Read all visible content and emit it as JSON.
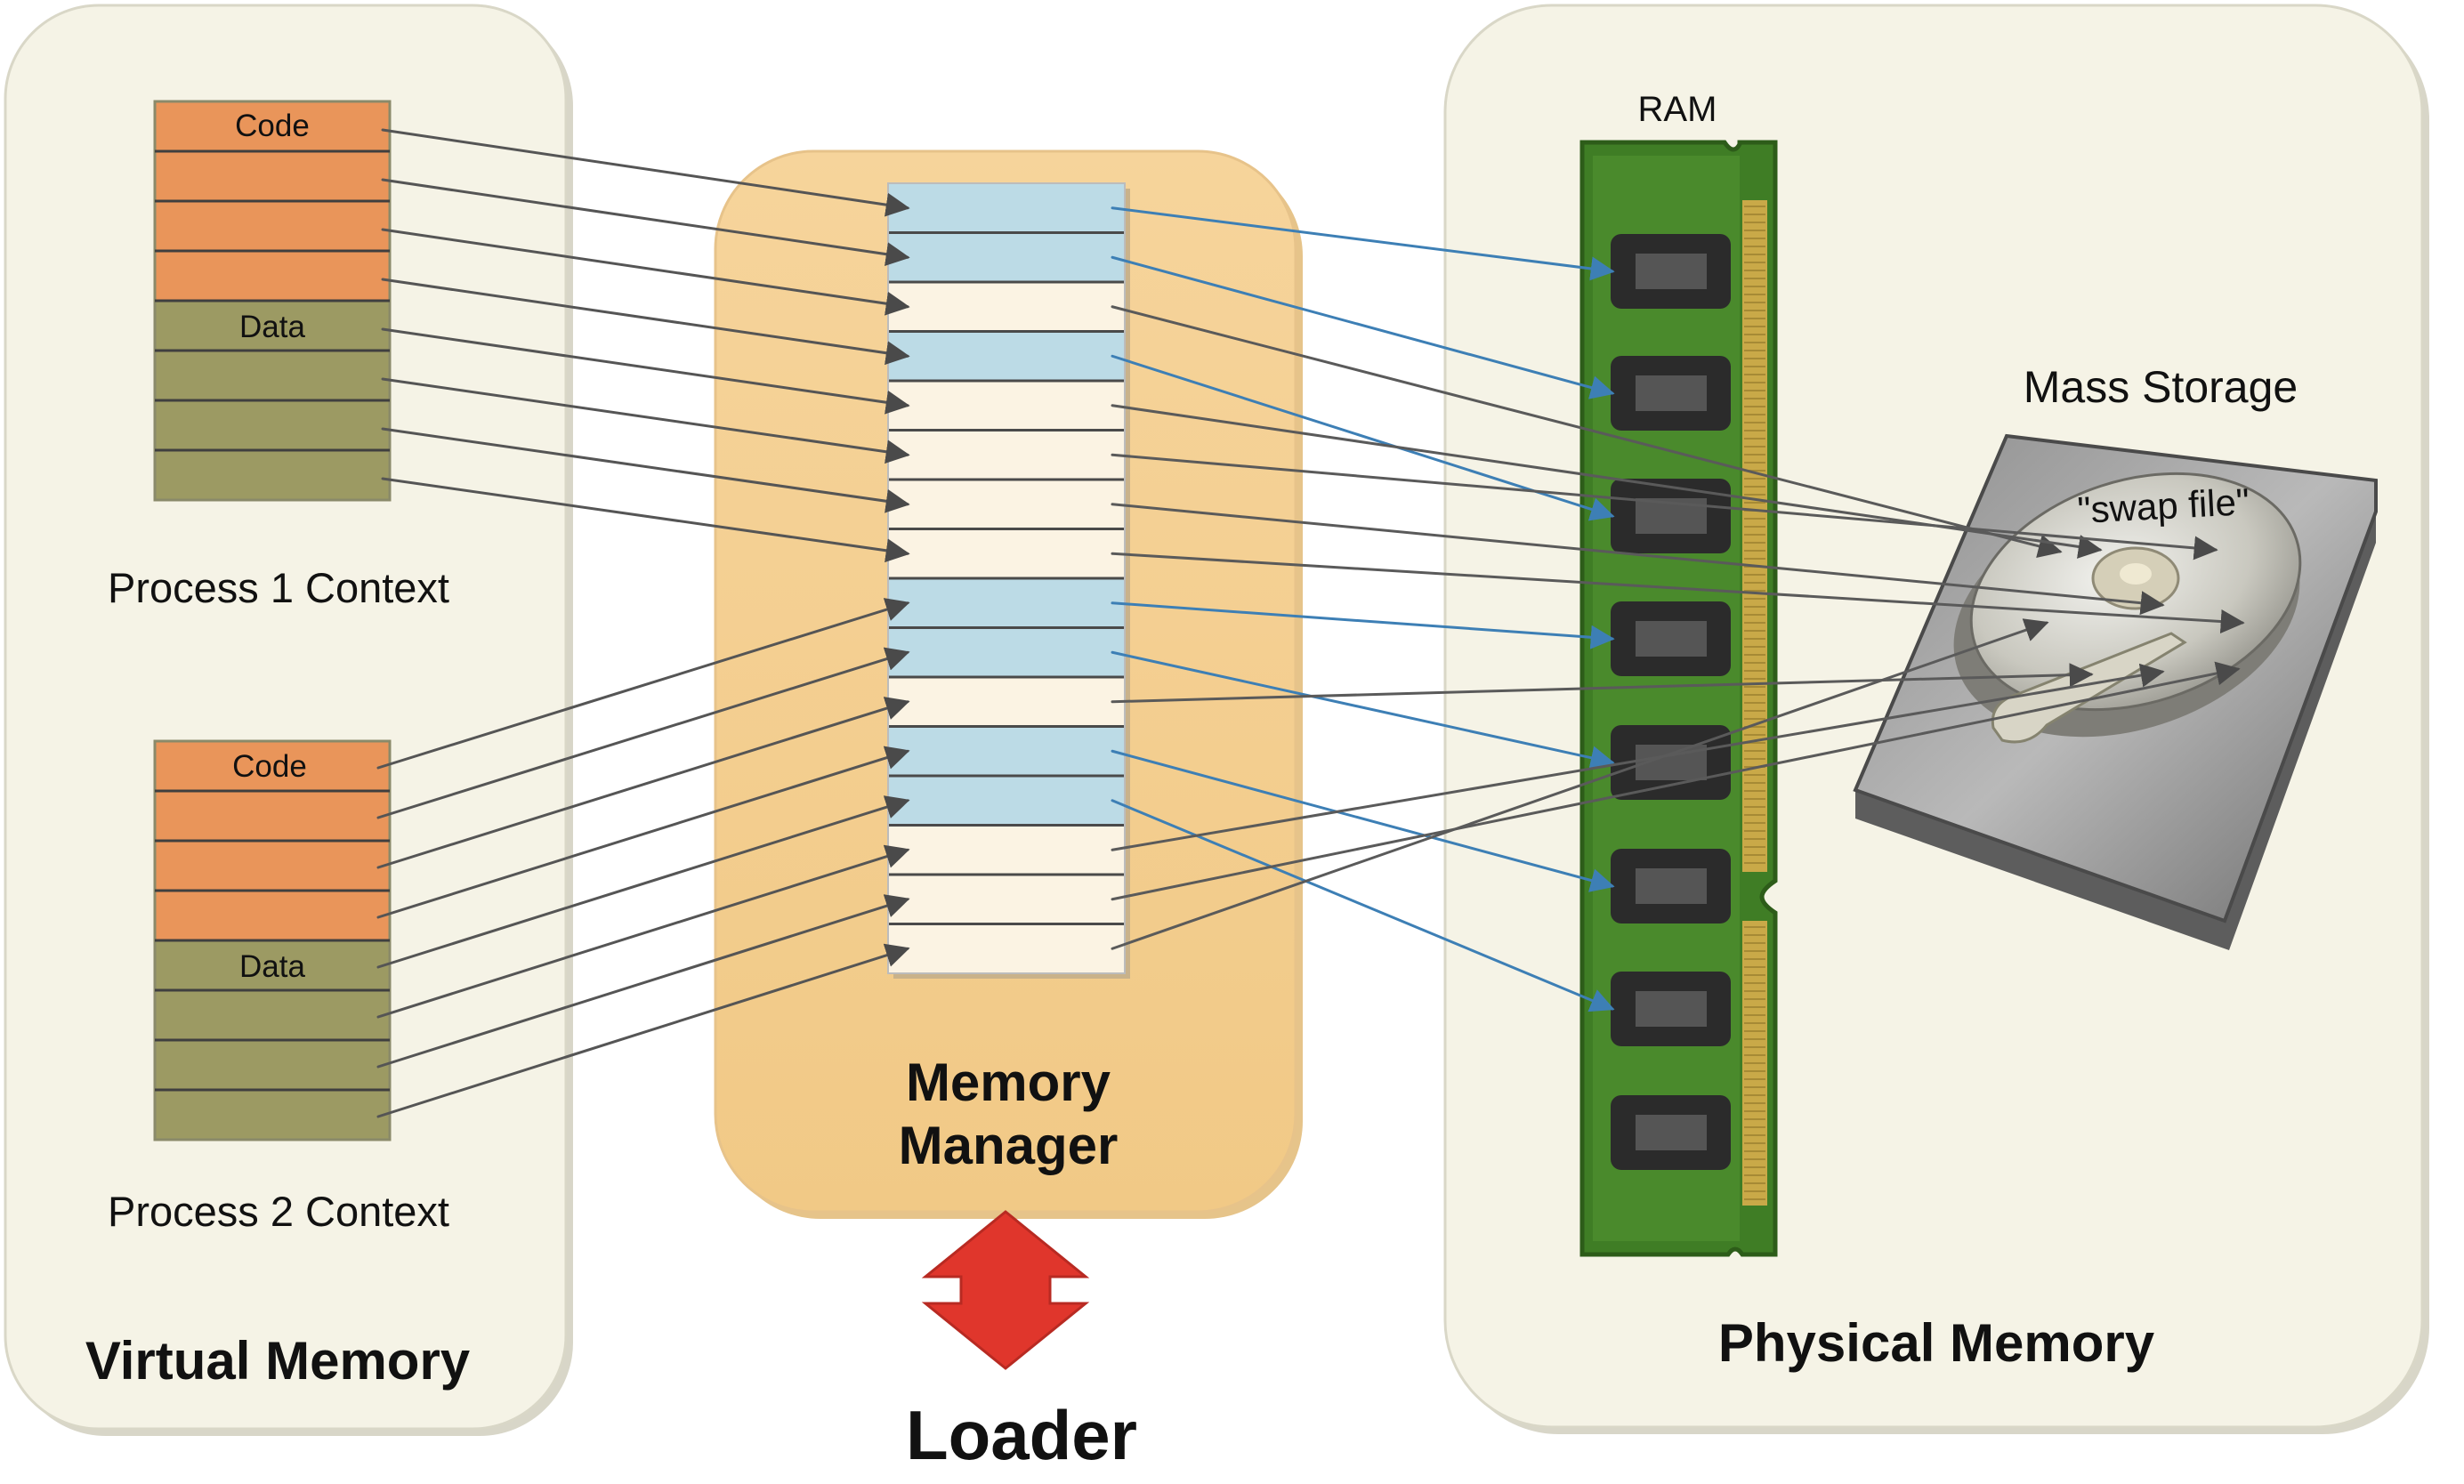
{
  "virtual_memory": {
    "title": "Virtual Memory",
    "process1": {
      "label": "Process 1 Context",
      "code_label": "Code",
      "data_label": "Data"
    },
    "process2": {
      "label": "Process 2 Context",
      "code_label": "Code",
      "data_label": "Data"
    }
  },
  "memory_manager": {
    "title_line1": "Memory",
    "title_line2": "Manager"
  },
  "loader": {
    "label": "Loader"
  },
  "physical_memory": {
    "title": "Physical Memory",
    "ram_label": "RAM",
    "mass_storage_label": "Mass Storage",
    "swap_file_label": "\"swap file\""
  },
  "colors": {
    "panel_bg": "#f5f3e6",
    "manager_bg": "#f4cf91",
    "code_block": "#e9955a",
    "data_block": "#9c9a63",
    "page_in_ram": "#bcdbe6",
    "page_swapped": "#fbf3e3",
    "ram_board": "#3f7d25",
    "arrow_to_ram": "#3d7fb5",
    "arrow_gray": "#555555",
    "loader_arrow": "#e0362c"
  },
  "icons": {
    "loader_arrow": "double-arrow-icon",
    "ram": "ram-module-icon",
    "disk": "hard-disk-icon"
  }
}
